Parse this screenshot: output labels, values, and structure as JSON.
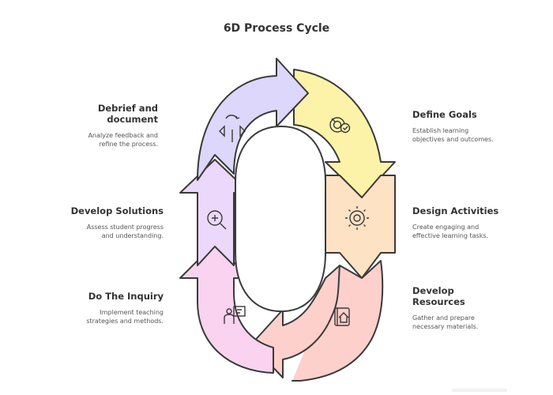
{
  "title": "6D Process Cycle",
  "stages": [
    {
      "id": "define-goals",
      "title": "Define Goals",
      "desc_line1": "Establish learning",
      "desc_line2": "objectives and outcomes.",
      "color": "#fdf3a8",
      "icon": "target-check-icon"
    },
    {
      "id": "design-activities",
      "title": "Design Activities",
      "desc_line1": "Create engaging and",
      "desc_line2": "effective learning tasks.",
      "color": "#fde2c4",
      "icon": "lightbulb-gear-icon"
    },
    {
      "id": "develop-resources",
      "title_line1": "Develop",
      "title_line2": "Resources",
      "desc_line1": "Gather and prepare",
      "desc_line2": "necessary materials.",
      "color": "#fdd0cb",
      "icon": "book-home-icon"
    },
    {
      "id": "do-the-inquiry",
      "title": "Do The Inquiry",
      "desc_line1": "Implement teaching",
      "desc_line2": "strategies and methods.",
      "color": "#f9d3ef",
      "icon": "teacher-board-icon"
    },
    {
      "id": "develop-solutions",
      "title": "Develop Solutions",
      "desc_line1": "Assess student progress",
      "desc_line2": "and understanding.",
      "color": "#ebd8fb",
      "icon": "zoom-in-icon"
    },
    {
      "id": "debrief-and-document",
      "title_line1": "Debrief and",
      "title_line2": "document",
      "desc_line1": "Analyze feedback and",
      "desc_line2": "refine the process.",
      "color": "#dcd7fb",
      "icon": "flip-refresh-icon"
    }
  ]
}
